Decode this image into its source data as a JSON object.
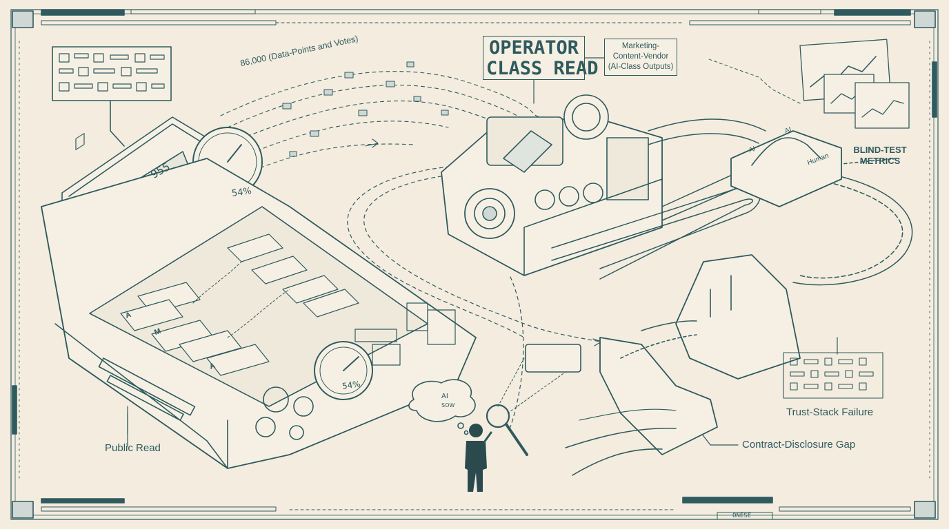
{
  "title": {
    "line1": "OPERATOR",
    "line2": "CLASS READ"
  },
  "vendor_label": {
    "line1": "Marketing-",
    "line2": "Content-Vendor",
    "line3": "(AI-Class Outputs)"
  },
  "stream_label": "86,000 (Data-Points and Votes)",
  "blind_test": {
    "line1": "BLIND-TEST",
    "line2": "METRICS"
  },
  "public_read": "Public Read",
  "contract_gap": "Contract-Disclosure Gap",
  "trust_stack": "Trust-Stack Failure",
  "gauge_upper": "54%",
  "gauge_lower": "54%",
  "display_readout": "955",
  "merge_labels": {
    "left": "AI",
    "right": "AI",
    "human": "Human"
  },
  "thought": {
    "line1": "AI",
    "line2": "SOW"
  },
  "card_letters": [
    "A",
    "M",
    "A"
  ],
  "footer_tag": "ONESE",
  "colors": {
    "ink": "#2f5a5e",
    "paper": "#f3ecdf",
    "figure": "#2b4a4e"
  }
}
